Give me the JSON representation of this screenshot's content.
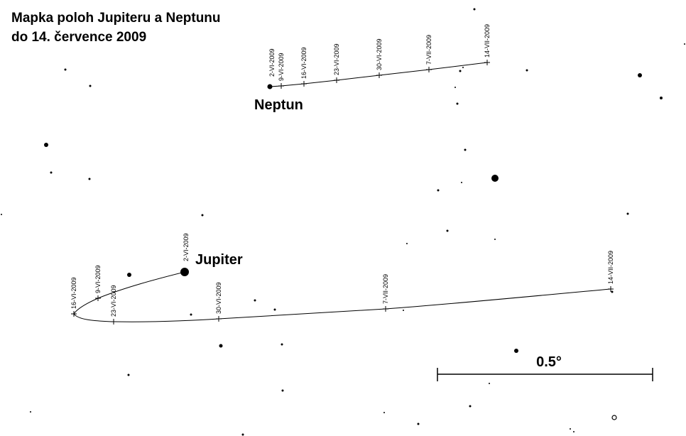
{
  "title": {
    "line1": "Mapka poloh Jupiteru a Neptunu",
    "line2": "do 14. července 2009"
  },
  "planets": {
    "neptun": {
      "label": "Neptun",
      "dates": [
        "2-VI-2009",
        "9-VI-2009",
        "16-VI-2009",
        "23-VI-2009",
        "30-VI-2009",
        "7-VII-2009",
        "14-VII-2009"
      ]
    },
    "jupiter": {
      "label": "Jupiter",
      "dates": [
        "2-VI-2009",
        "9-VI-2009",
        "16-VI-2009",
        "23-VI-2009",
        "30-VI-2009",
        "7-VII-2009",
        "14-VII-2009"
      ]
    }
  },
  "scale": {
    "label": "0.5°",
    "value_deg": 0.5
  },
  "colors": {
    "background": "#ffffff",
    "ink": "#000000"
  }
}
